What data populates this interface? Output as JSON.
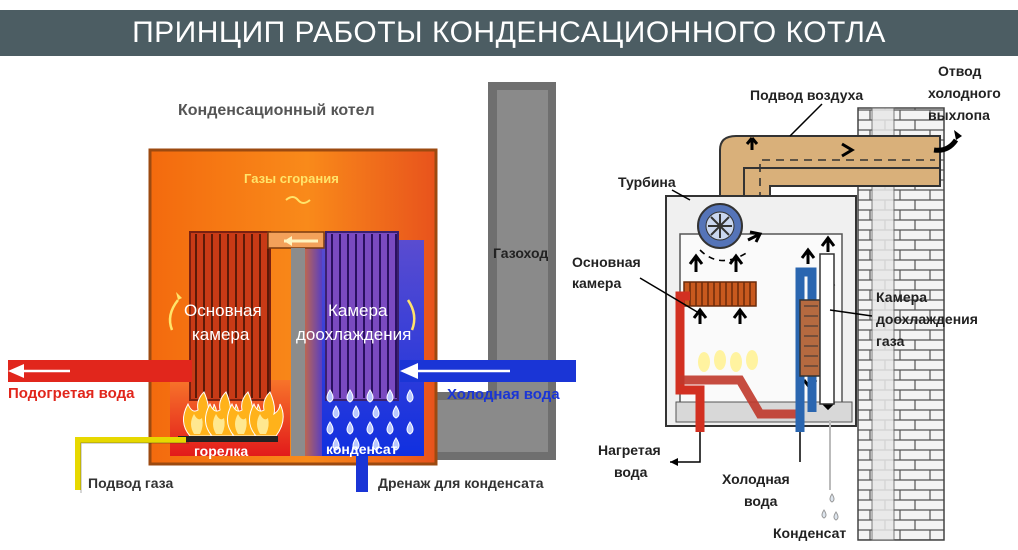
{
  "banner": {
    "title": "ПРИНЦИП РАБОТЫ КОНДЕНСАЦИОННОГО КОТЛА"
  },
  "left": {
    "title": "Конденсационный котел",
    "flue_gases": "Газы сгорания",
    "main_chamber": [
      "Основная",
      "камера"
    ],
    "cooling_chamber": [
      "Камера",
      "доохлаждения"
    ],
    "heated_water": "Подогретая вода",
    "cold_water": "Холодная вода",
    "burner": "горелка",
    "condensate": "конденсат",
    "gas_supply": "Подвод газа",
    "drain": "Дренаж для конденсата",
    "flue": "Газоход"
  },
  "right": {
    "air_intake": "Подвод воздуха",
    "exhaust": [
      "Отвод",
      "холодного",
      "выхлопа"
    ],
    "turbine": "Турбина",
    "main_chamber": [
      "Основная",
      "камера"
    ],
    "cooling_chamber": [
      "Камера",
      "доохлаждения",
      "газа"
    ],
    "heated_water": [
      "Нагретая",
      "вода"
    ],
    "cold_water": [
      "Холодная",
      "вода"
    ],
    "condensate": "Конденсат"
  },
  "colors": {
    "banner": "#4c5d63",
    "boiler_orange": "#f57f14",
    "hot_red": "#e1261c",
    "cold_blue": "#1a35d6",
    "flue_gray": "#6f6f6f",
    "gas_yellow": "#f2e500",
    "air_duct": "#d9b07a"
  }
}
